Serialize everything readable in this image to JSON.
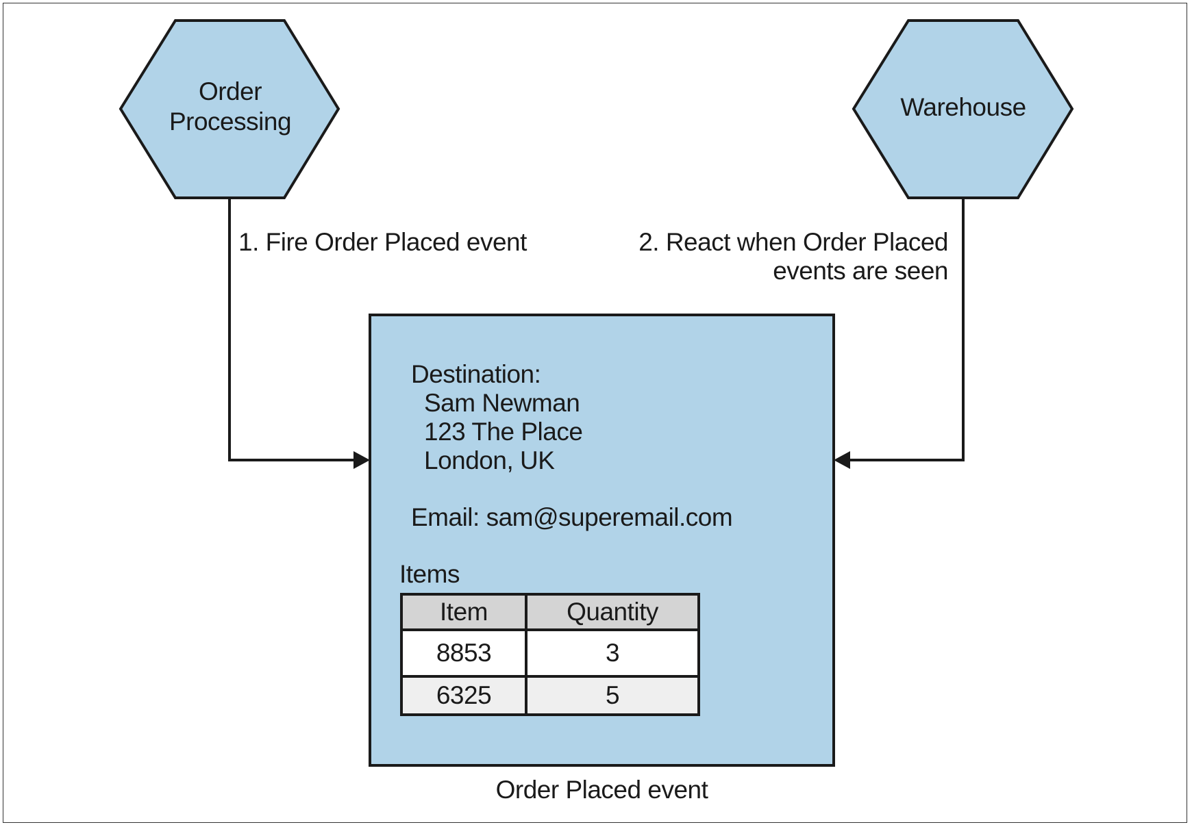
{
  "colors": {
    "fill": "#b1d3e8",
    "stroke": "#1a1a1a",
    "header": "#d4d4d4",
    "row_alt": "#efefef"
  },
  "nodes": {
    "order_processing": {
      "label_lines": [
        "Order",
        "Processing"
      ]
    },
    "warehouse": {
      "label": "Warehouse"
    }
  },
  "arrows": {
    "fire": {
      "label": "1. Fire Order Placed event"
    },
    "react": {
      "label_lines": [
        "2. React when Order Placed",
        "events are seen"
      ]
    }
  },
  "event": {
    "destination_label": "Destination:",
    "name": "Sam Newman",
    "address_line": "123 The Place",
    "city": "London, UK",
    "email": "Email: sam@superemail.com",
    "items_title": "Items",
    "items_headers": [
      "Item",
      "Quantity"
    ],
    "items_rows": [
      [
        "8853",
        "3"
      ],
      [
        "6325",
        "5"
      ]
    ],
    "caption": "Order Placed event"
  }
}
